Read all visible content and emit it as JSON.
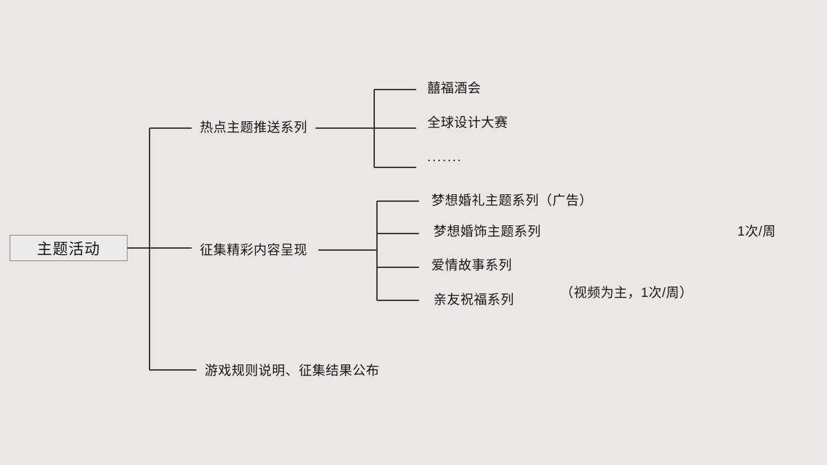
{
  "diagram": {
    "type": "mind-map",
    "background_color": "#eae8e4",
    "line_color": "#3a3632",
    "node_fill_color": "#ececec",
    "node_border_color": "#8a8782",
    "root": {
      "label": "主题活动"
    },
    "branches": [
      {
        "label": "热点主题推送系列",
        "children": [
          {
            "label": "囍福酒会"
          },
          {
            "label": "全球设计大赛"
          },
          {
            "label": "......."
          }
        ]
      },
      {
        "label": "征集精彩内容呈现",
        "children": [
          {
            "label": "梦想婚礼主题系列（广告）"
          },
          {
            "label": "梦想婚饰主题系列"
          },
          {
            "label": "爱情故事系列"
          },
          {
            "label": "亲友祝福系列"
          }
        ]
      },
      {
        "label": "游戏规则说明、征集结果公布",
        "children": []
      }
    ],
    "annotations": [
      {
        "label": "1次/周"
      },
      {
        "label": "（视频为主，1次/周）"
      }
    ]
  }
}
